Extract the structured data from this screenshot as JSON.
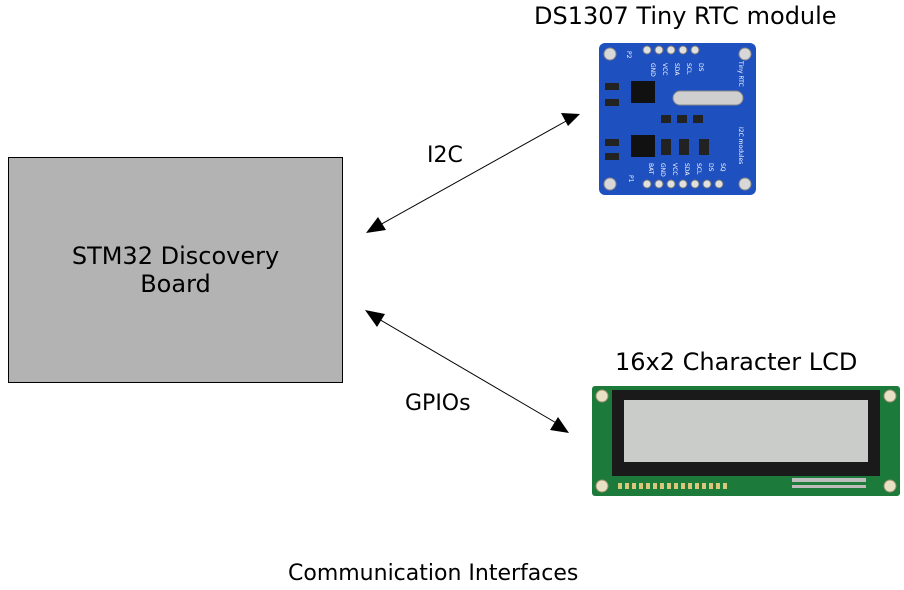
{
  "board": {
    "label": "STM32 Discovery\nBoard"
  },
  "rtc": {
    "title": "DS1307 Tiny RTC module",
    "pcb_color": "#1e50c0",
    "pins_top": [
      "GND",
      "VCC",
      "SDA",
      "SCL",
      "DS"
    ],
    "pins_bottom": [
      "BAT",
      "GND",
      "VCC",
      "SDA",
      "SCL",
      "DS",
      "SQ"
    ],
    "silk_top_right": "Tiny RTC",
    "silk_bottom_right": "I2C modules",
    "labels": {
      "p1": "P1",
      "p2": "P2"
    }
  },
  "lcd": {
    "title": "16x2 Character LCD",
    "pcb_color": "#1c7a3a",
    "screen_color": "#c9ccc8"
  },
  "links": {
    "i2c": "I2C",
    "gpio": "GPIOs"
  },
  "caption": "Communication Interfaces"
}
